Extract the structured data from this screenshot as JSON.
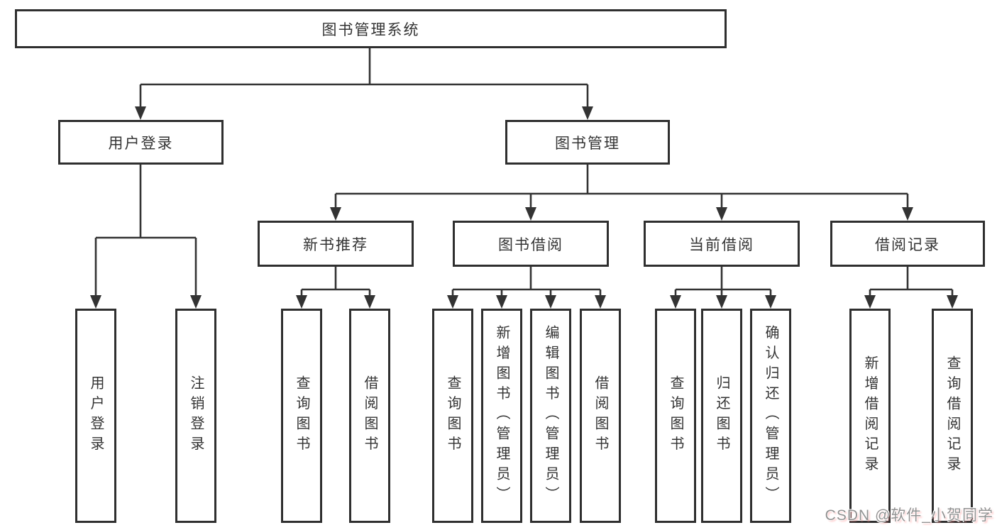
{
  "tree": {
    "label": "图书管理系统",
    "children": [
      {
        "label": "用户登录",
        "children": [
          {
            "label": "用户登录"
          },
          {
            "label": "注销登录"
          }
        ]
      },
      {
        "label": "图书管理",
        "children": [
          {
            "label": "新书推荐",
            "children": [
              {
                "label": "查询图书"
              },
              {
                "label": "借阅图书"
              }
            ]
          },
          {
            "label": "图书借阅",
            "children": [
              {
                "label": "查询图书"
              },
              {
                "label": "新增图书（管理员）"
              },
              {
                "label": "编辑图书（管理员）"
              },
              {
                "label": "借阅图书"
              }
            ]
          },
          {
            "label": "当前借阅",
            "children": [
              {
                "label": "查询图书"
              },
              {
                "label": "归还图书"
              },
              {
                "label": "确认归还（管理员）"
              }
            ]
          },
          {
            "label": "借阅记录",
            "children": [
              {
                "label": "新增借阅记录"
              },
              {
                "label": "查询借阅记录"
              }
            ]
          }
        ]
      }
    ]
  },
  "watermark": {
    "text": "CSDN @软件_小贺同学"
  },
  "colors": {
    "line": "#333333",
    "box_border": "#2f2f2f",
    "text": "#333333",
    "background": "#ffffff",
    "watermark_gray": "#8c8c8c",
    "watermark_pink_shadow": "#ff9696"
  }
}
